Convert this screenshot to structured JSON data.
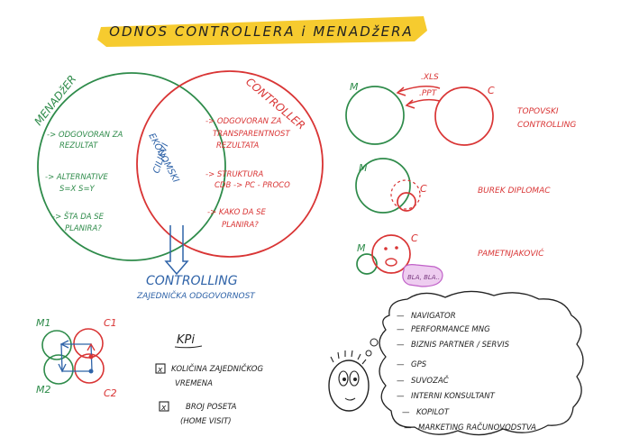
{
  "title": "ODNOS CONTROLLERA i MENADžERA",
  "venn": {
    "left_label": "MENADžER",
    "right_label": "CONTROLLER",
    "left_items": [
      [
        "-> ODGOVORAN ZA",
        "REZULTAT"
      ],
      [
        "-> ALTERNATIVE",
        "S=X   S=Y"
      ],
      [
        "-> ŠTA DA SE",
        "PLANIRA?"
      ]
    ],
    "right_items": [
      [
        "-> ODGOVORAN ZA",
        "TRANSPARENTNOST",
        "REZULTATA"
      ],
      [
        "-> STRUKTURA",
        "CDB -> PC - PROCO"
      ],
      [
        "-> KAKO DA SE",
        "PLANIRA?"
      ]
    ],
    "center_lines": [
      "EKONOMSKI",
      "CILJEVI"
    ],
    "result_title": "CONTROLLING",
    "result_subtitle": "ZAJEDNIČKA ODGOVORNOST"
  },
  "models": [
    {
      "left": "M",
      "right": "C",
      "arrows": [
        ".XLS",
        ".PPT"
      ],
      "label": "TOPOVSKI CONTROLLING"
    },
    {
      "left": "M",
      "right": "C",
      "label": "BUREK DIPLOMAC"
    },
    {
      "left": "M",
      "right": "C",
      "bubble": "BLA, BLA..",
      "label": "PAMETNJAKOVIĆ"
    }
  ],
  "mini": {
    "labels": [
      "M1",
      "C1",
      "M2",
      "C2"
    ]
  },
  "kpi": {
    "title": "KPi",
    "items": [
      {
        "box": "x",
        "lines": [
          "KOLIČINA ZAJEDNIČKOG",
          "VREMENA"
        ]
      },
      {
        "box": "x",
        "lines": [
          "BROJ POSETA",
          "(HOME VISIT)"
        ]
      }
    ]
  },
  "cloud": {
    "items": [
      "NAVIGATOR",
      "PERFORMANCE MNG",
      "BIZNIS PARTNER / SERVIS",
      "GPS",
      "SUVOZAČ",
      "INTERNI KONSULTANT",
      "KOPILOT",
      "MARKETING RAČUNOVODSTVA"
    ]
  },
  "colors": {
    "highlight": "#f5c518",
    "manager": "#2e8b4a",
    "controller": "#d93535",
    "result": "#2f63a8",
    "ink": "#222222"
  }
}
